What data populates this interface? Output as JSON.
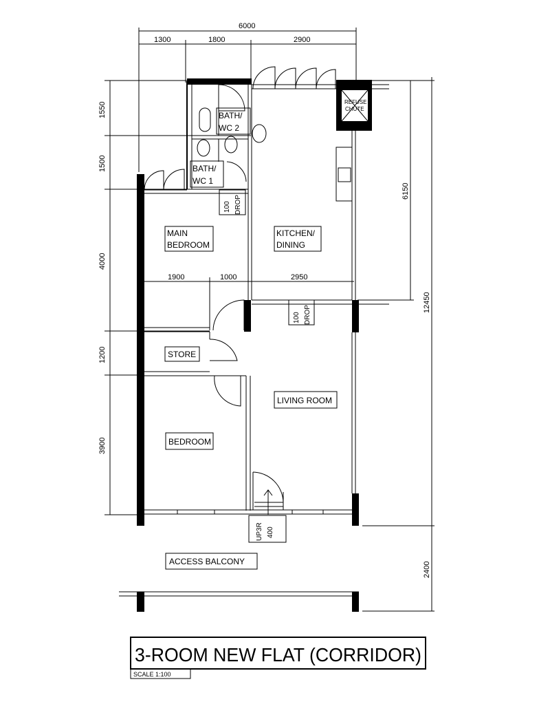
{
  "title": "3-ROOM NEW FLAT (CORRIDOR)",
  "scale": "SCALE   1:100",
  "dimensions": {
    "overall_width": "6000",
    "top_left": "1300",
    "top_mid": "1800",
    "top_right": "2900",
    "left_1": "1550",
    "left_2": "1500",
    "left_3": "4000",
    "left_4": "1200",
    "left_5": "3900",
    "right_upper": "6150",
    "right_total": "12450",
    "right_lower": "2400",
    "mid_1": "1900",
    "mid_2": "1000",
    "mid_3": "2950"
  },
  "rooms": {
    "bath_wc2_line1": "BATH/",
    "bath_wc2_line2": "WC 2",
    "bath_wc1_line1": "BATH/",
    "bath_wc1_line2": "WC 1",
    "refuse_line1": "REFUSE",
    "refuse_line2": "CHUTE",
    "main_bedroom_line1": "MAIN",
    "main_bedroom_line2": "BEDROOM",
    "kitchen_line1": "KITCHEN/",
    "kitchen_line2": "DINING",
    "store": "STORE",
    "living_room": "LIVING ROOM",
    "bedroom": "BEDROOM",
    "access_balcony": "ACCESS   BALCONY"
  },
  "drops": {
    "drop1_line1": "100",
    "drop1_line2": "DROP",
    "drop2_line1": "100",
    "drop2_line2": "DROP",
    "up_line1": "UP3R",
    "up_line2": "400"
  }
}
